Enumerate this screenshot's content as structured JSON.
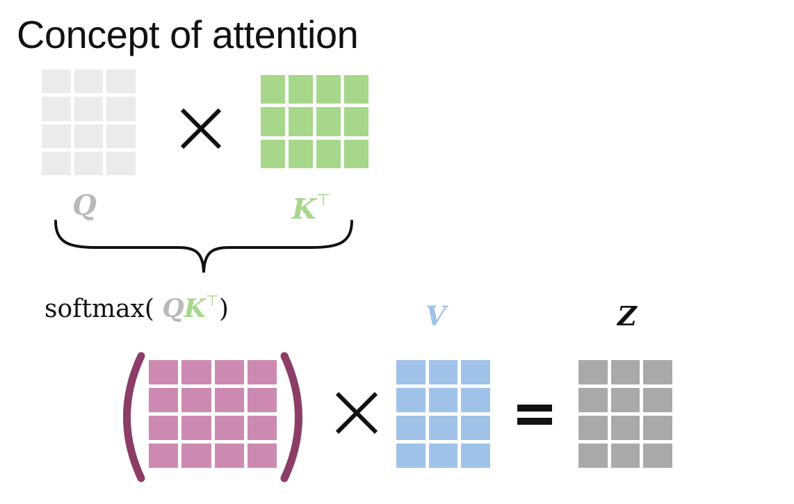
{
  "title": "Concept of attention",
  "labels": {
    "q": "Q",
    "k": "K",
    "transpose": "⊤",
    "v": "V",
    "z": "Z"
  },
  "softmax": {
    "func": "softmax",
    "open": "(",
    "q": "Q",
    "k": "K",
    "transpose": "⊤",
    "close": ")"
  },
  "operators": [
    "multiply-sign",
    "multiply-sign",
    "equals-sign"
  ],
  "matrices": {
    "q": {
      "rows": 4,
      "cols": 3,
      "color": "#ebebeb"
    },
    "k_transpose": {
      "rows": 3,
      "cols": 4,
      "color": "#a6d78a"
    },
    "softmax_qk": {
      "rows": 4,
      "cols": 4,
      "color": "#cc8ab2"
    },
    "v": {
      "rows": 4,
      "cols": 3,
      "color": "#9fc2e9"
    },
    "z": {
      "rows": 4,
      "cols": 3,
      "color": "#a9a9a9"
    }
  },
  "colors": {
    "bracket": "#8b3d68",
    "text": "#111111"
  }
}
